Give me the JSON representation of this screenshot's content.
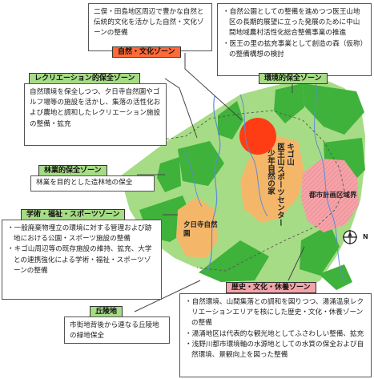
{
  "zones": {
    "nature_culture": {
      "label": "自然・文化ゾーン",
      "description": "二俣・田島地区周辺で豊かな自然と伝統的文化を活かした自然・文化ゾーンの整備"
    },
    "environmental_conservation": {
      "label": "環境的保全ゾーン",
      "bullets": [
        "・自然公園としての整備を進めつつ医王山地区の長期的展望に立った発展のために中山間地域農村活性化総合整備事業の推進",
        "・医王の里の拡充事業として創造の森（仮称）の整備構想の検討"
      ]
    },
    "recreation": {
      "label": "レクリエーション的保全ゾーン",
      "description": "自然環境を保全しつつ、夕日寺自然園やゴルフ場等の施設を活かし、集落の活性化および農地と調和したレクリエーション施設の整備・拡充"
    },
    "forestry": {
      "label": "林業的保全ゾーン",
      "description": "林業を目的とした造林地の保全"
    },
    "academic": {
      "label": "学術・福祉・スポーツゾーン",
      "bullets": [
        "・一般廃棄物埋立の環境に対する管理および跡地における公園・スポーツ施設の整備",
        "・キゴ山周辺等の既存施設の維持、拡充、大学との連携強化による学術・福祉・スポーツゾーンの整備"
      ]
    },
    "hills": {
      "label": "丘陵地",
      "description": "市街地背後から連なる丘陵地の緑地保全"
    },
    "history": {
      "label": "歴史・文化・休養ゾーン",
      "bullets": [
        "・自然環境、山間集落との調和を図りつつ、湯涌温泉レクリエーションエリアを核にした歴史・文化・休養ゾーンの整備",
        "・湯涌地区は代表的な観光地としてふさわしい整備、拡充",
        "・浅野川都市環境軸の水源地としての水質の保全および自然環境、景観向上を図った整備"
      ]
    }
  },
  "map_labels": {
    "kigo_1": "キゴ山",
    "kigo_2": "医王山スポーツセンター",
    "kigo_3": "少年自然の家",
    "yuhiji": "夕日寺自然園",
    "city_boundary": "都市計画区域界",
    "north": "N"
  },
  "colors": {
    "green": "#3eb23a",
    "light_green": "#a6dc85",
    "red": "#ff3d14",
    "orange": "#f4b76a",
    "pink": "#f4a3a8",
    "river": "#5f8bd6"
  }
}
